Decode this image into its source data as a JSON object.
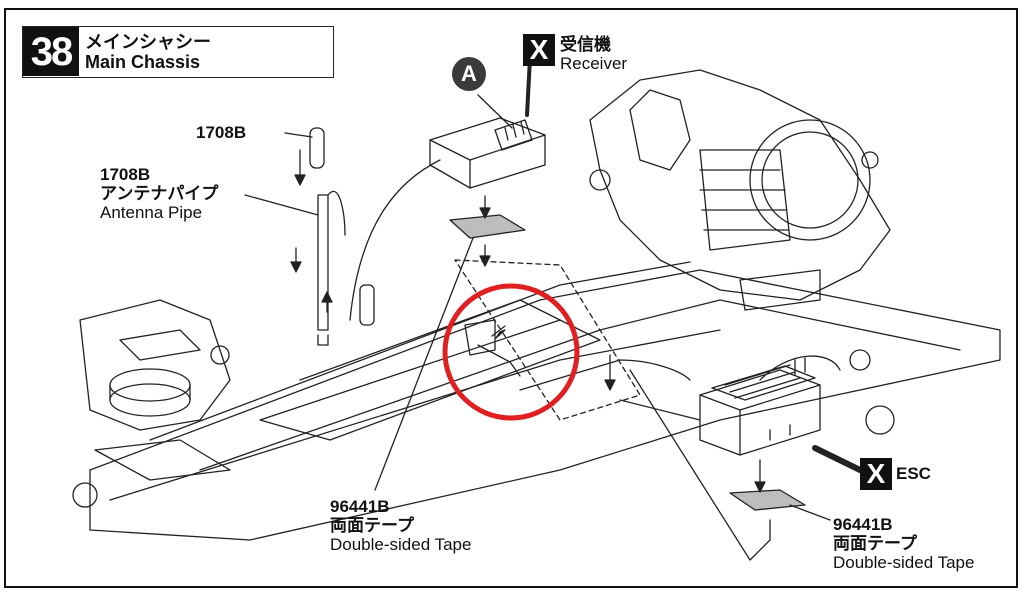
{
  "step": {
    "number": "38",
    "title_jp": "メインシャシー",
    "title_en": "Main Chassis"
  },
  "badges": {
    "receiver_x": "X",
    "esc_x": "X",
    "point_a": "A"
  },
  "parts": {
    "receiver": {
      "jp": "受信機",
      "en": "Receiver"
    },
    "esc": {
      "en": "ESC"
    },
    "antenna_cap": {
      "code": "1708B"
    },
    "antenna_pipe": {
      "code": "1708B",
      "jp": "アンテナパイプ",
      "en": "Antenna Pipe"
    },
    "tape_receiver": {
      "code": "96441B",
      "jp": "両面テープ",
      "en": "Double-sided Tape"
    },
    "tape_esc": {
      "code": "96441B",
      "jp": "両面テープ",
      "en": "Double-sided Tape"
    }
  },
  "colors": {
    "line": "#222222",
    "highlight": "#e02020",
    "tape": "#bdbdbd"
  }
}
